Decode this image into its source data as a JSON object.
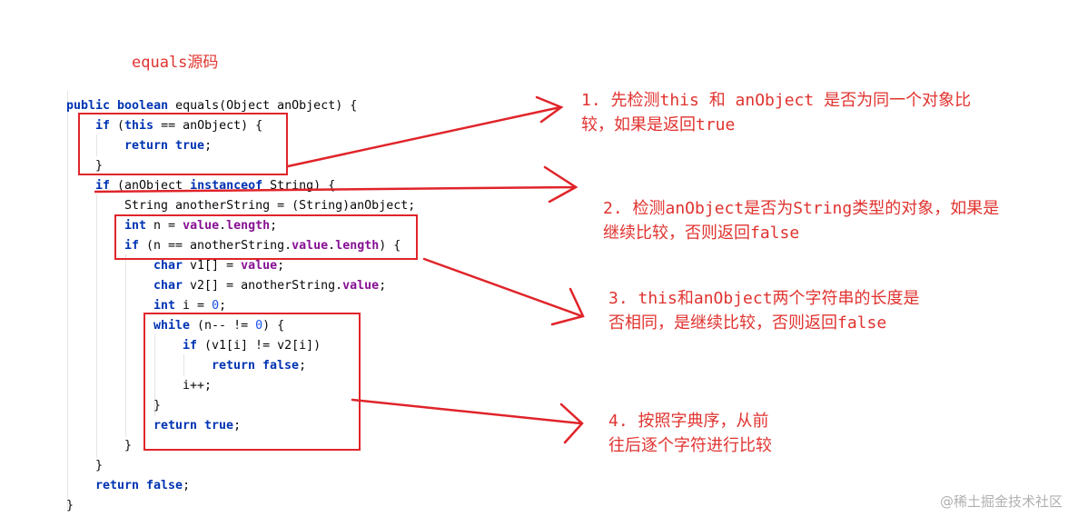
{
  "title": "equals源码",
  "code_lines": [
    {
      "indent": 0,
      "tokens": [
        {
          "t": "public boolean",
          "c": "kw"
        },
        {
          "t": " equals(Object anObject) {"
        }
      ]
    },
    {
      "indent": 1,
      "tokens": [
        {
          "t": "if",
          "c": "kw"
        },
        {
          "t": " ("
        },
        {
          "t": "this",
          "c": "kw"
        },
        {
          "t": " == anObject) {"
        }
      ]
    },
    {
      "indent": 2,
      "tokens": [
        {
          "t": "return true",
          "c": "kw"
        },
        {
          "t": ";"
        }
      ]
    },
    {
      "indent": 1,
      "tokens": [
        {
          "t": "}"
        }
      ]
    },
    {
      "indent": 1,
      "tokens": [
        {
          "t": "if",
          "c": "kw"
        },
        {
          "t": " (anObject "
        },
        {
          "t": "instanceof",
          "c": "kw"
        },
        {
          "t": " String) {"
        }
      ]
    },
    {
      "indent": 2,
      "tokens": [
        {
          "t": "String anotherString = (String)anObject;"
        }
      ]
    },
    {
      "indent": 2,
      "tokens": [
        {
          "t": "int",
          "c": "kw"
        },
        {
          "t": " n = "
        },
        {
          "t": "value",
          "c": "fld"
        },
        {
          "t": "."
        },
        {
          "t": "length",
          "c": "fld"
        },
        {
          "t": ";"
        }
      ]
    },
    {
      "indent": 2,
      "tokens": [
        {
          "t": "if",
          "c": "kw"
        },
        {
          "t": " (n == anotherString."
        },
        {
          "t": "value",
          "c": "fld"
        },
        {
          "t": "."
        },
        {
          "t": "length",
          "c": "fld"
        },
        {
          "t": ") {"
        }
      ]
    },
    {
      "indent": 3,
      "tokens": [
        {
          "t": "char",
          "c": "kw"
        },
        {
          "t": " v1[] = "
        },
        {
          "t": "value",
          "c": "fld"
        },
        {
          "t": ";"
        }
      ]
    },
    {
      "indent": 3,
      "tokens": [
        {
          "t": "char",
          "c": "kw"
        },
        {
          "t": " v2[] = anotherString."
        },
        {
          "t": "value",
          "c": "fld"
        },
        {
          "t": ";"
        }
      ]
    },
    {
      "indent": 3,
      "tokens": [
        {
          "t": "int",
          "c": "kw"
        },
        {
          "t": " i = "
        },
        {
          "t": "0",
          "c": "num"
        },
        {
          "t": ";"
        }
      ]
    },
    {
      "indent": 3,
      "tokens": [
        {
          "t": "while",
          "c": "kw"
        },
        {
          "t": " (n-- != "
        },
        {
          "t": "0",
          "c": "num"
        },
        {
          "t": ") {"
        }
      ]
    },
    {
      "indent": 4,
      "tokens": [
        {
          "t": "if",
          "c": "kw"
        },
        {
          "t": " (v1[i] != v2[i])"
        }
      ]
    },
    {
      "indent": 5,
      "tokens": [
        {
          "t": "return false",
          "c": "kw"
        },
        {
          "t": ";"
        }
      ]
    },
    {
      "indent": 4,
      "tokens": [
        {
          "t": "i++;"
        }
      ]
    },
    {
      "indent": 3,
      "tokens": [
        {
          "t": "}"
        }
      ]
    },
    {
      "indent": 3,
      "tokens": [
        {
          "t": "return true",
          "c": "kw"
        },
        {
          "t": ";"
        }
      ]
    },
    {
      "indent": 2,
      "tokens": [
        {
          "t": "}"
        }
      ]
    },
    {
      "indent": 1,
      "tokens": [
        {
          "t": "}"
        }
      ]
    },
    {
      "indent": 1,
      "tokens": [
        {
          "t": "return false",
          "c": "kw"
        },
        {
          "t": ";"
        }
      ]
    },
    {
      "indent": 0,
      "tokens": [
        {
          "t": "}"
        }
      ]
    }
  ],
  "annotations": [
    {
      "line1": "1. 先检测this 和 anObject 是否为同一个对象比",
      "line2": "较，如果是返回true"
    },
    {
      "line1": "2. 检测anObject是否为String类型的对象，如果是",
      "line2": "继续比较，否则返回false"
    },
    {
      "line1": "3. this和anObject两个字符串的长度是",
      "line2": "否相同，是继续比较，否则返回false"
    },
    {
      "line1": "4. 按照字典序，从前",
      "line2": "往后逐个字符进行比较"
    }
  ],
  "watermark": "@稀土掘金技术社区",
  "colors": {
    "annotation": "#e0332f",
    "box": "#e0242a",
    "keyword": "#0033b3",
    "field": "#871094",
    "number": "#1750eb"
  }
}
